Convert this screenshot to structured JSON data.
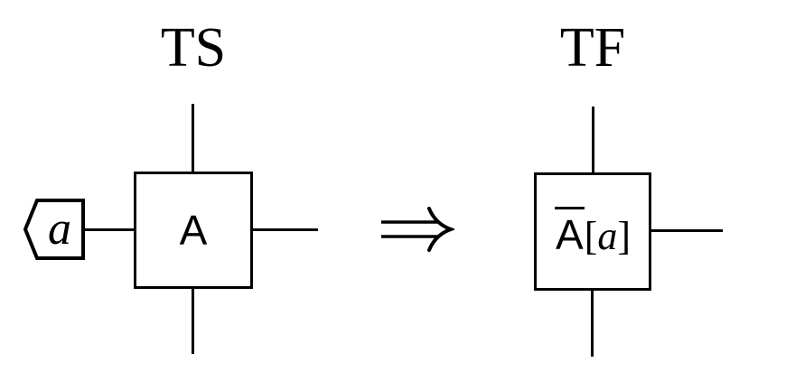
{
  "left_diagram": {
    "title": "TS",
    "node_label": "A",
    "tag_label": "a"
  },
  "arrow": {
    "symbol": "⟹"
  },
  "right_diagram": {
    "title": "TF",
    "node_base": "A",
    "open_bracket": "[",
    "argument": "a",
    "close_bracket": "]"
  },
  "colors": {
    "ink": "#000000",
    "background": "#ffffff"
  }
}
